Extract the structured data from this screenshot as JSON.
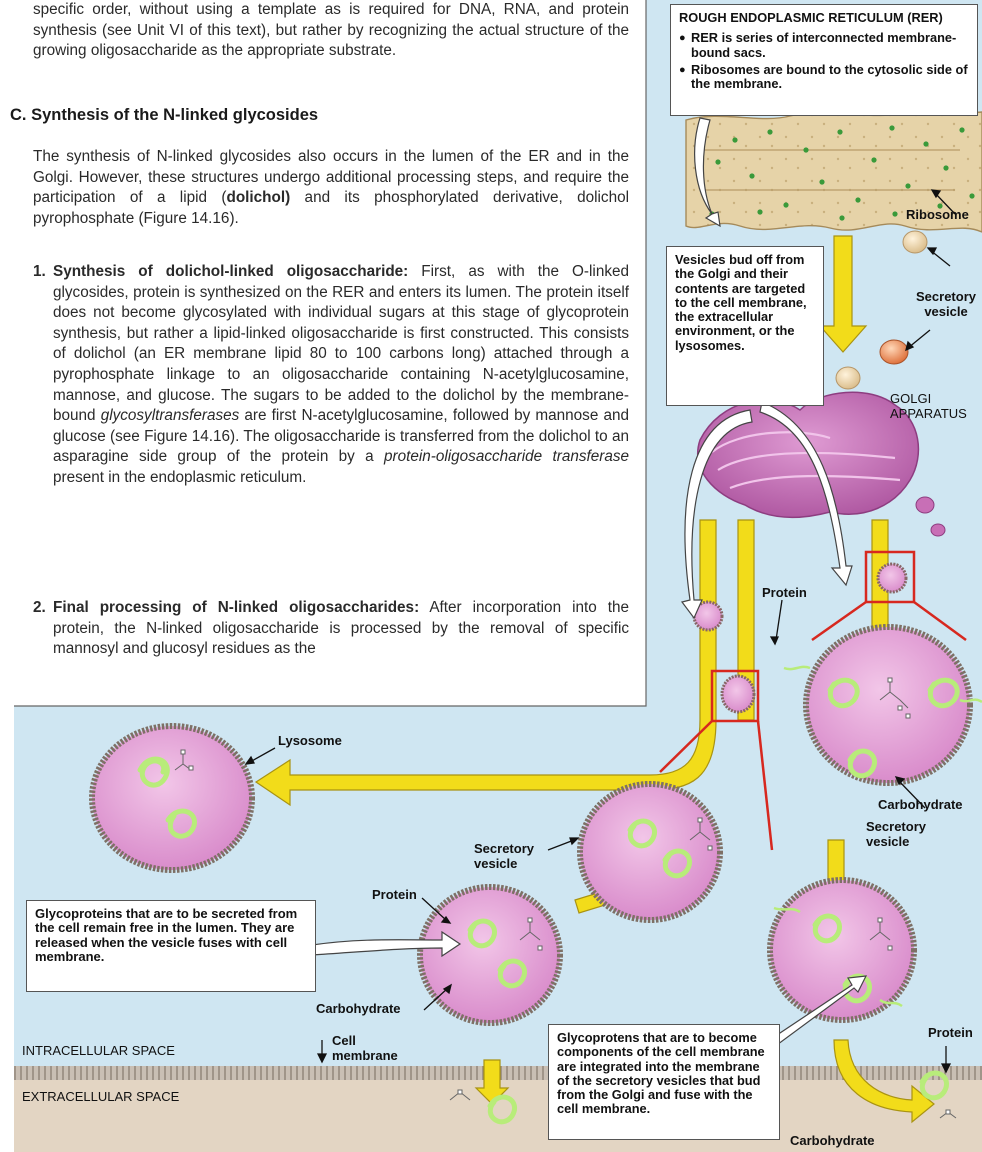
{
  "text": {
    "intro_para": "specific order, without using a template as is required for DNA, RNA, and protein synthesis (see Unit VI of this text), but rather by recognizing the actual structure of the growing oligosaccharide as the appropriate substrate.",
    "section_heading": "C. Synthesis of the N-linked glycosides",
    "section_para_a": "The synthesis of N-linked glycosides also occurs in the lumen of the ER and in the Golgi. However, these structures undergo additional processing steps, and require the participation of a lipid (",
    "section_para_bold": "dolichol)",
    "section_para_b": " and its phosphorylated derivative, dolichol pyrophosphate (Figure 14.16).",
    "item1_number": "1.",
    "item1_title": "Synthesis of dolichol-linked oligosaccharide:",
    "item1_text_a": " First, as with the O-linked glycosides, protein is synthesized on the RER and enters its lumen. The protein itself does not become glycosylated with individual sugars at this stage of glycoprotein synthesis, but rather a lipid-linked oligosaccharide is first constructed. This consists of dolichol (an ER membrane lipid 80 to 100 carbons long) attached through a pyrophosphate linkage to an oligosaccharide containing N-acetylglucosamine, mannose, and glucose. The sugars to be added to the dolichol by the membrane-bound ",
    "item1_italic_a": "glycosyltransferases",
    "item1_text_b": " are first N-acetylglucosamine, followed by mannose and glucose (see Figure 14.16). The oligosaccharide is transferred from the dolichol to an asparagine side group of the protein by a ",
    "item1_italic_b": "protein-oligosaccharide transferase",
    "item1_text_c": " present in the endoplasmic reticulum.",
    "item2_number": "2.",
    "item2_title": "Final processing of N-linked oligosaccharides:",
    "item2_text": " After incorporation into the protein, the N-linked oligosaccharide is processed by the removal of specific mannosyl and glucosyl residues as the"
  },
  "figure": {
    "rer_box": {
      "title": "ROUGH ENDOPLASMIC RETICULUM (RER)",
      "bullets": [
        "RER is series of interconnected membrane-bound sacs.",
        "Ribosomes are bound to the cytosolic side of the membrane."
      ]
    },
    "vesicles_box": "Vesicles bud off from the Golgi and their contents are targeted to the cell membrane, the extracellular environment, or the lysosomes.",
    "secreted_box": "Glycoproteins that are to be secreted from the cell remain free in the lumen. They are released when the vesicle fuses with cell membrane.",
    "membrane_box": "Glycoprotens that are to become components of the cell membrane are integrated into the membrane of the secretory vesicles that bud from the Golgi and fuse with the cell membrane.",
    "labels": {
      "ribosome": "Ribosome",
      "secretory_vesicle_top": "Secretory vesicle",
      "golgi": "GOLGI APPARATUS",
      "protein_right_top": "Protein",
      "lysosome": "Lysosome",
      "carbohydrate_right": "Carbohydrate",
      "secretory_vesicle_right": "Secretory vesicle",
      "secretory_vesicle_mid": "Secretory vesicle",
      "protein_mid": "Protein",
      "carbohydrate_mid": "Carbohydrate",
      "cell_membrane": "Cell membrane",
      "intracellular": "INTRACELLULAR SPACE",
      "extracellular": "EXTRACELLULAR SPACE",
      "protein_right_bottom": "Protein",
      "carbohydrate_bottom": "Carbohydrate"
    }
  },
  "colors": {
    "cytosol": "#cfe6f2",
    "extracellular": "#e2d4c2",
    "membrane": "#b4a79a",
    "vesicle_fill": "#e9a8d9",
    "golgi": "#c86fb6",
    "er": "#e8d8b2",
    "ribosome": "#3a9a3a",
    "arrow": "#f2dc1a",
    "protein": "#b8ec7a",
    "callout_red": "#d7281f"
  }
}
